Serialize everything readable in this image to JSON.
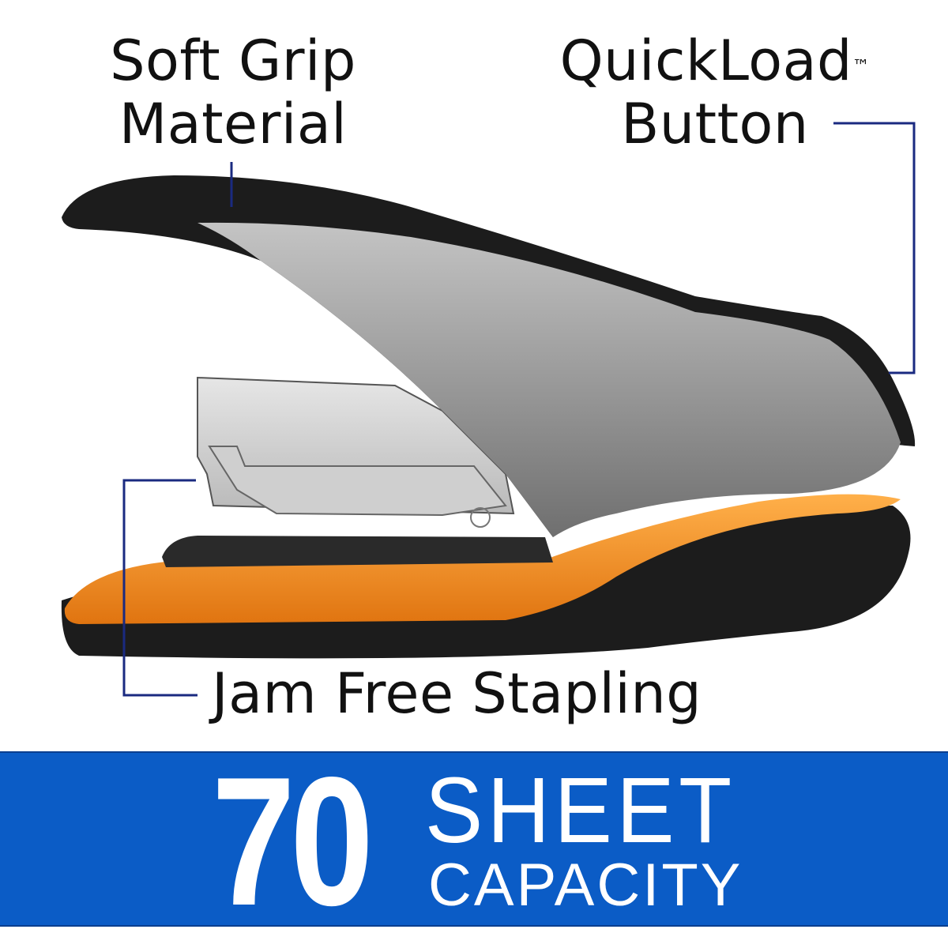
{
  "labels": {
    "soft_grip_line1": "Soft Grip",
    "soft_grip_line2": "Material",
    "quickload_line1": "QuickLoad",
    "quickload_tm": "™",
    "quickload_line2": "Button",
    "jam_free": "Jam Free Stapling"
  },
  "banner": {
    "number": "70",
    "line1": "SHEET",
    "line2": "CAPACITY"
  },
  "colors": {
    "banner_blue": "#0b5cc6",
    "callout_line": "#1a2a80",
    "stapler_orange": "#f08a1c",
    "stapler_black": "#1c1c1c",
    "stapler_silver": "#9a9a9a"
  }
}
